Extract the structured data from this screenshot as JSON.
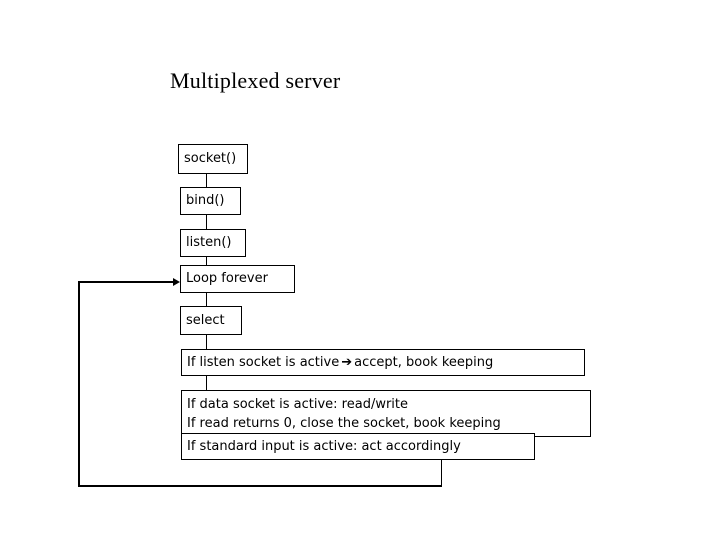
{
  "slide": {
    "title": "Multiplexed server",
    "background_color": "#ffffff",
    "line_color": "#000000",
    "text_color": "#000000"
  },
  "flowchart": {
    "type": "flowchart",
    "orientation": "top-to-bottom",
    "nodes": [
      {
        "id": "socket",
        "label": "socket()"
      },
      {
        "id": "bind",
        "label": "bind()"
      },
      {
        "id": "listen",
        "label": "listen()"
      },
      {
        "id": "loop",
        "label": "Loop forever"
      },
      {
        "id": "select",
        "label": "select"
      },
      {
        "id": "listen_active",
        "label_pre": "If listen socket is active",
        "arrow": "➔",
        "label_post": "accept, book keeping"
      },
      {
        "id": "data_active",
        "line1": "If data socket is active: read/write",
        "line2": "If read returns 0, close the socket, book keeping"
      },
      {
        "id": "stdin_active",
        "label": "If standard input is active: act accordingly"
      }
    ],
    "loop_back": {
      "from": "stdin_active",
      "to": "loop",
      "arrowhead": "right-arrowhead"
    }
  }
}
